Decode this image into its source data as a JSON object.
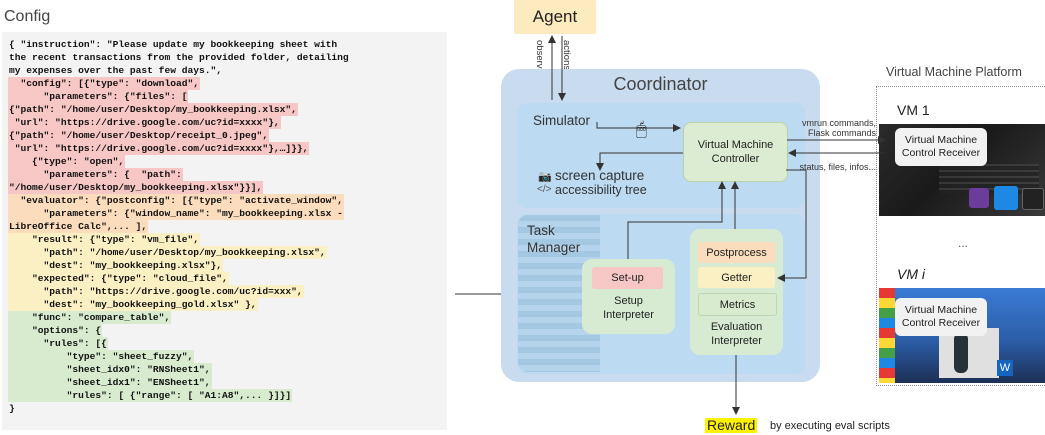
{
  "config": {
    "title": "Config",
    "lines": [
      {
        "text": "{ \"instruction\": \"Please update my bookkeeping sheet with",
        "hl": ""
      },
      {
        "text": "the recent transactions from the provided folder, detailing",
        "hl": ""
      },
      {
        "text": "my expenses over the past few days.\",",
        "hl": ""
      },
      {
        "text": "  \"config\": [{\"type\": \"download\",",
        "hl": "red"
      },
      {
        "text": "      \"parameters\": {\"files\": [",
        "hl": "red"
      },
      {
        "text": "{\"path\": \"/home/user/Desktop/my_bookkeeping.xlsx\",",
        "hl": "red"
      },
      {
        "text": " \"url\": \"https://drive.google.com/uc?id=xxxx\"},",
        "hl": "red"
      },
      {
        "text": "{\"path\": \"/home/user/Desktop/receipt_0.jpeg\",",
        "hl": "red"
      },
      {
        "text": " \"url\": \"https://drive.google.com/uc?id=xxxx\"},…]}},",
        "hl": "red"
      },
      {
        "text": "    {\"type\": \"open\",",
        "hl": "red"
      },
      {
        "text": "      \"parameters\": {  \"path\":",
        "hl": "red"
      },
      {
        "text": "\"/home/user/Desktop/my_bookkeeping.xlsx\"}}],",
        "hl": "red"
      },
      {
        "text": "  \"evaluator\": {\"postconfig\": [{\"type\": \"activate_window\",",
        "hl": "orange"
      },
      {
        "text": "      \"parameters\": {\"window_name\": \"my_bookkeeping.xlsx -",
        "hl": "orange"
      },
      {
        "text": "LibreOffice Calc\",... ],",
        "hl": "orange"
      },
      {
        "text": "    \"result\": {\"type\": \"vm_file\",",
        "hl": "yellow"
      },
      {
        "text": "      \"path\": \"/home/user/Desktop/my_bookkeeping.xlsx\",",
        "hl": "yellow"
      },
      {
        "text": "      \"dest\": \"my_bookkeeping.xlsx\"},",
        "hl": "yellow"
      },
      {
        "text": "    \"expected\": {\"type\": \"cloud_file\",",
        "hl": "yellow"
      },
      {
        "text": "      \"path\": \"https://drive.google.com/uc?id=xxx\",",
        "hl": "yellow"
      },
      {
        "text": "      \"dest\": \"my_bookkeeping_gold.xlsx\" },",
        "hl": "yellow"
      },
      {
        "text": "    \"func\": \"compare_table\",",
        "hl": "green"
      },
      {
        "text": "    \"options\": {",
        "hl": "green"
      },
      {
        "text": "      \"rules\": [{",
        "hl": "green"
      },
      {
        "text": "          \"type\": \"sheet_fuzzy\",",
        "hl": "green"
      },
      {
        "text": "          \"sheet_idx0\": \"RNSheet1\",",
        "hl": "green"
      },
      {
        "text": "          \"sheet_idx1\": \"ENSheet1\",",
        "hl": "green"
      },
      {
        "text": "          \"rules\": [ {\"range\": [ \"A1:A8\",... }]}]",
        "hl": "green"
      },
      {
        "text": "}",
        "hl": ""
      }
    ]
  },
  "agent": {
    "label": "Agent",
    "observations": "observations",
    "actions": "actions"
  },
  "coordinator": {
    "title": "Coordinator",
    "simulator": {
      "title": "Simulator",
      "screen_capture": "screen capture",
      "accessibility_tree": "accessibility tree",
      "vm_controller_line1": "Virtual Machine",
      "vm_controller_line2": "Controller"
    },
    "task_manager": {
      "title_line1": "Task",
      "title_line2": "Manager",
      "setup_button": "Set-up",
      "setup_line1": "Setup",
      "setup_line2": "Interpreter",
      "postprocess": "Postprocess",
      "getter": "Getter",
      "metrics": "Metrics",
      "eval_line1": "Evaluation",
      "eval_line2": "Interpreter"
    }
  },
  "links": {
    "vmrun_line1": "vmrun commands,",
    "vmrun_line2": "Flask commands",
    "status": "status, files, infos..."
  },
  "vm_platform": {
    "title": "Virtual Machine Platform",
    "vm1_name": "VM 1",
    "vmi_name": "VM i",
    "ellipsis": "...",
    "receiver_line1": "Virtual Machine",
    "receiver_line2": "Control Receiver"
  },
  "reward": {
    "label": "Reward",
    "note": "by executing eval scripts"
  },
  "colors": {
    "setup": "#f6c7c5",
    "postprocess": "#fbdcbc",
    "getter": "#fbf0c4",
    "metrics": "#d8ebcf",
    "coordinator": "#c9dcef",
    "agent": "#fdebbf",
    "reward": "#fff200"
  }
}
